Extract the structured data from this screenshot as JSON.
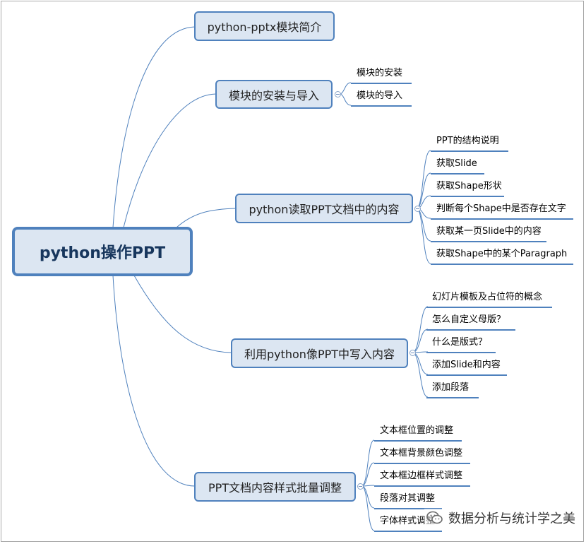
{
  "root": {
    "label": "python操作PPT"
  },
  "branches": [
    {
      "label": "python-pptx模块简介",
      "children": []
    },
    {
      "label": "模块的安装与导入",
      "children": [
        "模块的安装",
        "模块的导入"
      ]
    },
    {
      "label": "python读取PPT文档中的内容",
      "children": [
        "PPT的结构说明",
        "获取Slide",
        "获取Shape形状",
        "判断每个Shape中是否存在文字",
        "获取某一页Slide中的内容",
        "获取Shape中的某个Paragraph"
      ]
    },
    {
      "label": "利用python像PPT中写入内容",
      "children": [
        "幻灯片模板及占位符的概念",
        "怎么自定义母版？",
        "什么是版式？",
        "添加Slide和内容",
        "添加段落"
      ]
    },
    {
      "label": "PPT文档内容样式批量调整",
      "children": [
        "文本框位置的调整",
        "文本框背景颜色调整",
        "文本框边框样式调整",
        "段落对其调整",
        "字体样式调整"
      ]
    }
  ],
  "watermark": {
    "text": "数据分析与统计学之美",
    "icon": "wechat-icon"
  },
  "colors": {
    "node_fill": "#dce6f2",
    "node_border": "#4f81bd",
    "line": "#4f81bd",
    "root_text": "#17365d"
  }
}
